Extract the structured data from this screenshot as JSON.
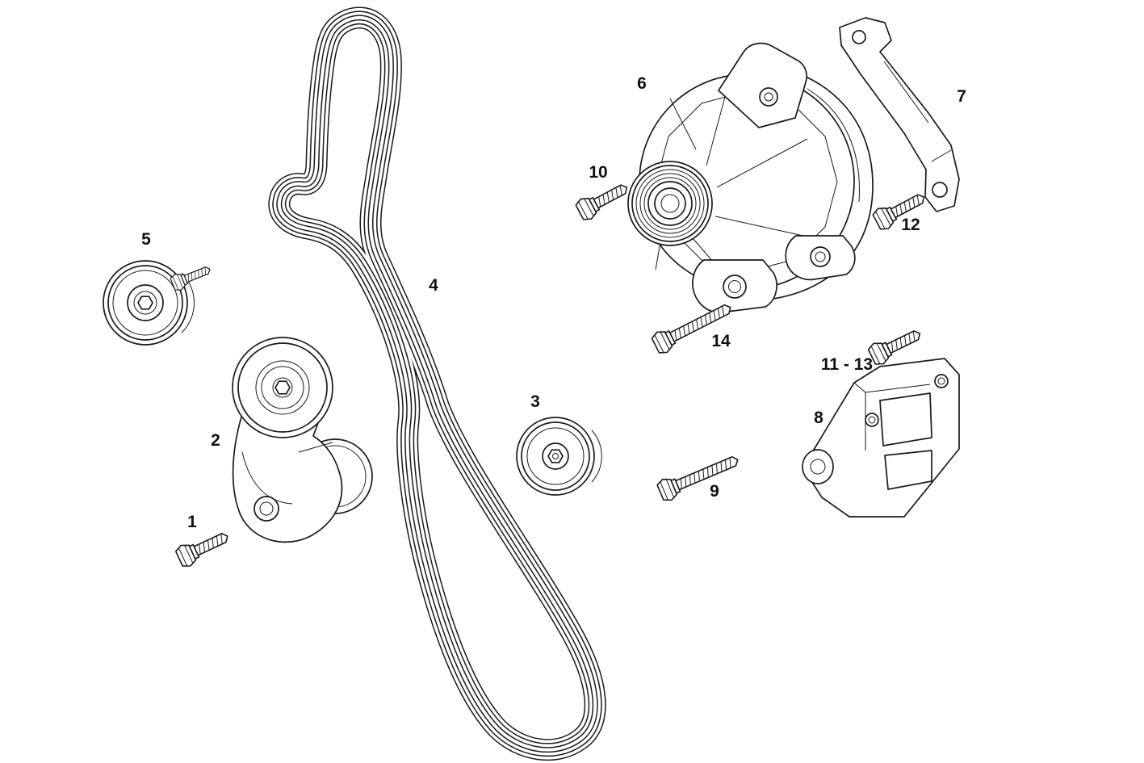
{
  "diagram": {
    "type": "exploded-parts-line-drawing",
    "subject": "belt drive with tensioner, idler pulleys, alternator and mounting brackets"
  },
  "colors": {
    "background": "#ffffff",
    "line": "#1a1a1a",
    "label_text": "#111111"
  },
  "labels": {
    "part1": "1",
    "part2": "2",
    "part3": "3",
    "part4": "4",
    "part5": "5",
    "part6": "6",
    "part7": "7",
    "part8": "8",
    "part9": "9",
    "part10": "10",
    "part11_13": "11 - 13",
    "part12": "12",
    "part14": "14"
  },
  "parts": [
    {
      "id": "1",
      "name": "hex flange bolt (tensioner mounting)"
    },
    {
      "id": "2",
      "name": "belt tensioner assembly"
    },
    {
      "id": "3",
      "name": "idler pulley"
    },
    {
      "id": "4",
      "name": "ribbed serpentine belt"
    },
    {
      "id": "5",
      "name": "idler pulley with stud"
    },
    {
      "id": "6",
      "name": "alternator"
    },
    {
      "id": "7",
      "name": "support strap bracket"
    },
    {
      "id": "8",
      "name": "mounting bracket"
    },
    {
      "id": "9",
      "name": "hex flange bolt"
    },
    {
      "id": "10",
      "name": "hex flange bolt"
    },
    {
      "id": "11 - 13",
      "name": "hex flange bolt"
    },
    {
      "id": "12",
      "name": "hex flange bolt"
    },
    {
      "id": "14",
      "name": "hex flange bolt"
    }
  ]
}
